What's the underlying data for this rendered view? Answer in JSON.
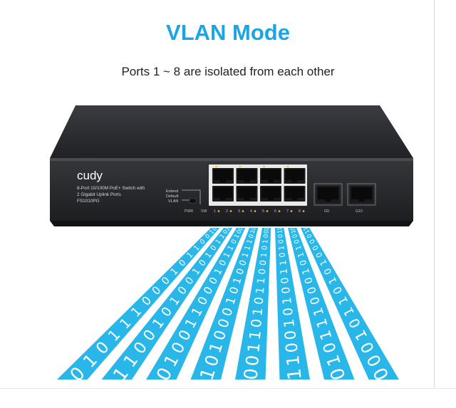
{
  "heading": {
    "title": "VLAN Mode",
    "subtitle": "Ports 1 ~ 8 are isolated from each other"
  },
  "device": {
    "brand": "cudy",
    "description_line1": "8-Port 10/100M PoE+ Switch with",
    "description_line2": "2 Gigabit Uplink Ports",
    "model": "FS1010PG",
    "mode_switch_labels": [
      "Extend",
      "Default",
      "VLAN"
    ],
    "port_labels": [
      "PWR",
      "SW",
      "1",
      "2",
      "3",
      "4",
      "5",
      "6",
      "7",
      "8",
      "G9",
      "G10"
    ],
    "body_color": "#2b2d31",
    "port_accent": "#f2c230"
  },
  "data_streams": {
    "color": "#29b6e8",
    "bit_color": "#ffffff",
    "lanes": [
      "01001101000111010",
      "10110101001010011",
      "00101101000110010",
      "01011100101000101",
      "10010100110101100",
      "11001011001010011",
      "01001101000111010",
      "11000010101101000"
    ]
  },
  "colors": {
    "title": "#1aa6e6",
    "subtitle": "#222222",
    "stream": "#29b6e8"
  }
}
